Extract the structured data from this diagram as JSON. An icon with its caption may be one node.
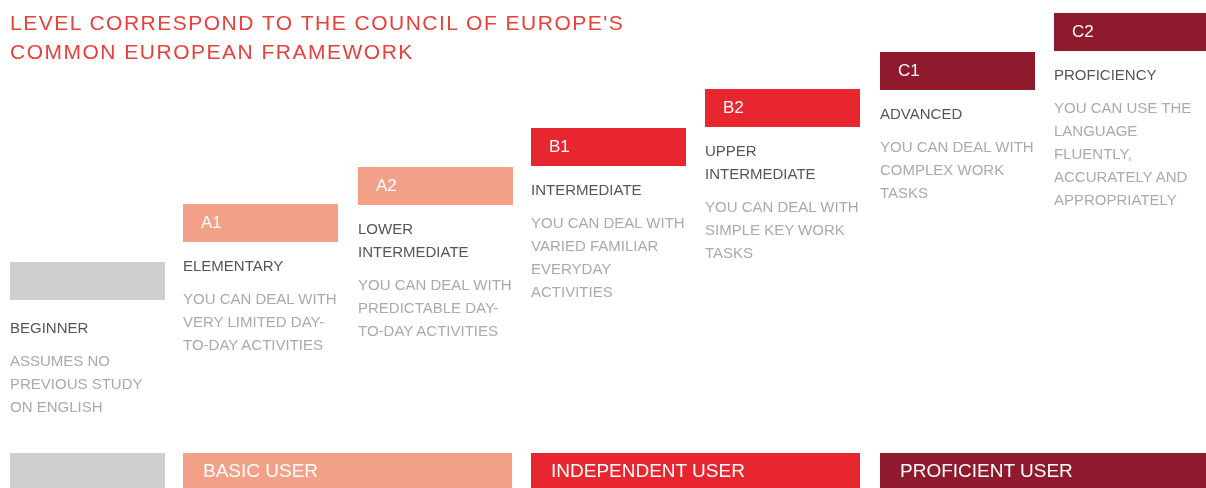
{
  "diagram": {
    "title": "LEVEL CORRESPOND TO THE COUNCIL OF EUROPE'S COMMON EUROPEAN FRAMEWORK",
    "nodes": [
      {
        "text": [
          "BEGINNER",
          "ASSUMES NO PREVIOUS STUDY ON ENGLISH"
        ]
      },
      {
        "text": [
          "A1",
          "ELEMENTARY",
          "YOU CAN DEAL WITH VERY LIMITED DAY-TO-DAY ACTIVITIES"
        ]
      },
      {
        "text": [
          "A2",
          "LOWER INTERMEDIATE",
          "YOU CAN DEAL WITH PREDICTABLE DAY-TO-DAY ACTIVITIES"
        ]
      },
      {
        "text": [
          "B1",
          "INTERMEDIATE",
          "YOU CAN DEAL WITH VARIED FAMILIAR EVERYDAY ACTIVITIES"
        ]
      },
      {
        "text": [
          "B2",
          "UPPER INTERMEDIATE",
          "YOU CAN DEAL WITH SIMPLE KEY WORK TASKS"
        ]
      },
      {
        "text": [
          "C1",
          "ADVANCED",
          "YOU CAN DEAL WITH COMPLEX WORK TASKS"
        ]
      },
      {
        "text": [
          "C2",
          "PROFICIENCY",
          "YOU CAN USE THE LANGUAGE FLUENTLY, ACCURATELY AND APPROPRIATELY"
        ]
      },
      {
        "text": [],
        "shape": "bar"
      },
      {
        "text": [
          "BASIC USER"
        ]
      },
      {
        "text": [
          "INDEPENDENT USER"
        ]
      },
      {
        "text": [
          "PROFICIENT USER"
        ]
      }
    ],
    "edges": []
  }
}
